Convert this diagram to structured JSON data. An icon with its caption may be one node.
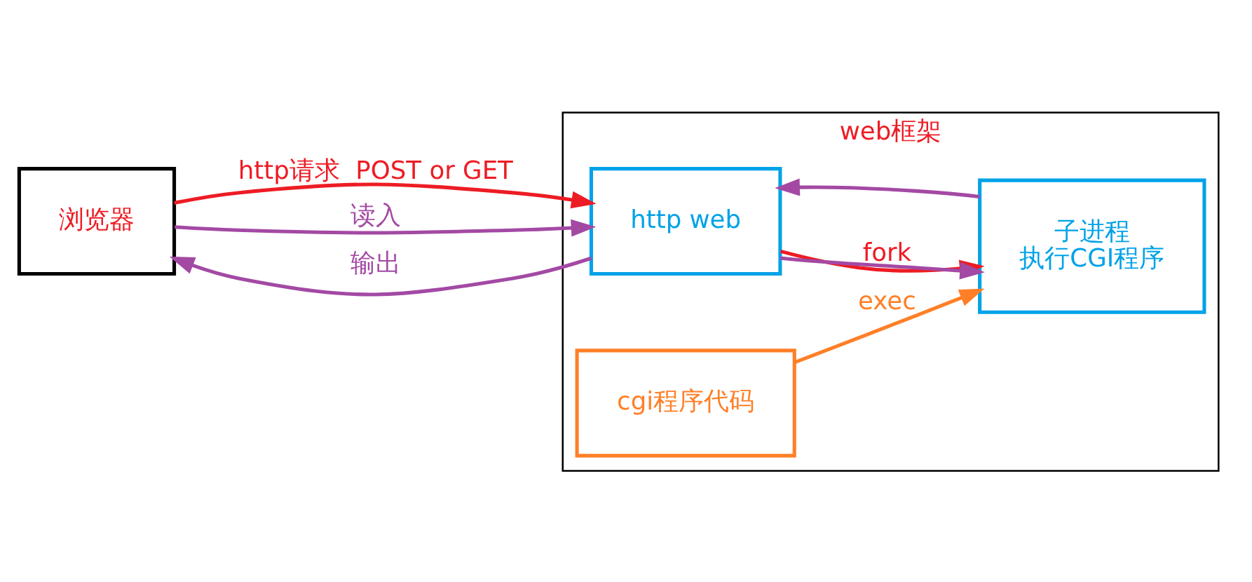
{
  "diagram": {
    "nodes": [
      {
        "text": [
          "浏览器"
        ]
      },
      {
        "text": [
          "web框架"
        ]
      },
      {
        "text": [
          "http web"
        ],
        "in": 1
      },
      {
        "text": [
          "子进程",
          "执行CGI程序"
        ],
        "in": 1
      },
      {
        "text": [
          "cgi程序代码"
        ],
        "in": 1
      }
    ],
    "edges": [
      {
        "from": 0,
        "to": 2,
        "arrow": "to",
        "label": "http请求  POST or GET",
        "color": "#ed1c24"
      },
      {
        "from": 2,
        "to": 3,
        "arrow": "to",
        "label": "fork",
        "color": "#ed1c24"
      },
      {
        "from": 4,
        "to": 3,
        "arrow": "to",
        "label": "exec",
        "color": "#ff7f27"
      },
      {
        "from": 0,
        "to": 2,
        "arrow": "to",
        "label": "读入",
        "color": "#a349a4"
      },
      {
        "from": 2,
        "to": 3,
        "arrow": "to",
        "color": "#a349a4"
      },
      {
        "from": 3,
        "to": 2,
        "arrow": "to",
        "color": "#a349a4"
      },
      {
        "from": 2,
        "to": 0,
        "arrow": "to",
        "label": "输出",
        "color": "#a349a4"
      }
    ]
  }
}
